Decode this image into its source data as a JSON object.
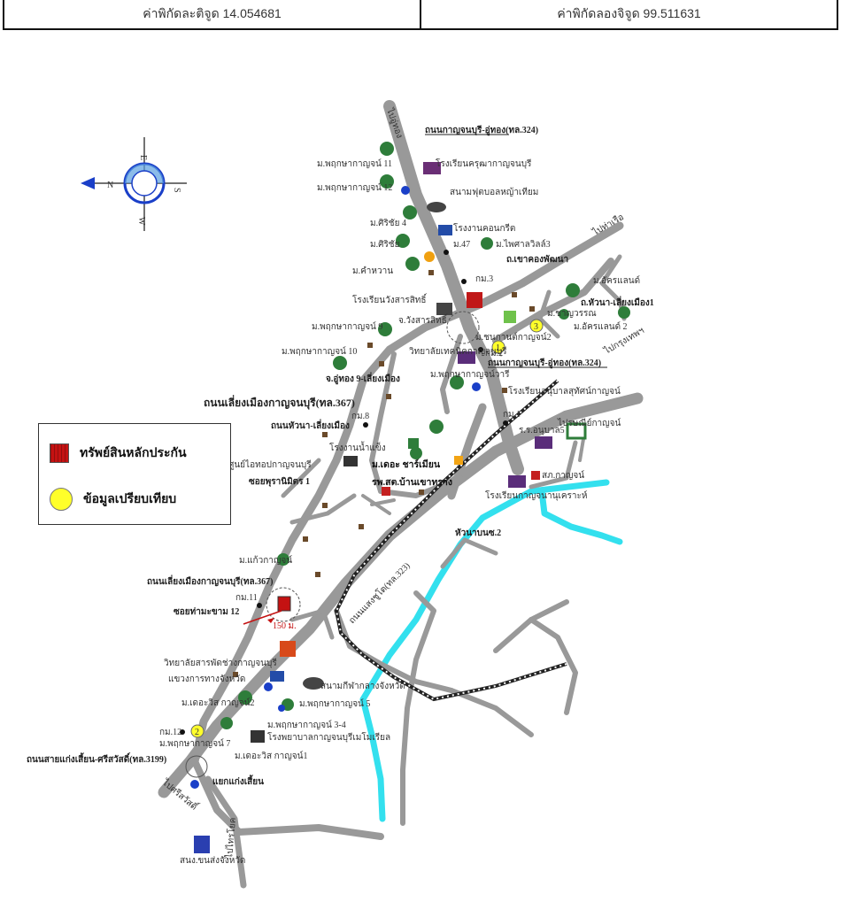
{
  "coords": {
    "lat_label": "ค่าพิกัดละติจูด 14.054681",
    "lon_label": "ค่าพิกัดลองจิจูด 99.511631"
  },
  "compass": {
    "n": "N",
    "e": "E",
    "s": "S",
    "w": "W"
  },
  "legend": {
    "collateral": "ทรัพย์สินหลักประกัน",
    "comparison": "ข้อมูลเปรียบเทียบ"
  },
  "roads": {
    "r324_top": "ถนนกาญจนบุรี-อู่ทอง(ทล.324)",
    "r324_mid": "ถนนกาญจนบุรี-อู่ทอง(ทล.324)",
    "r367_top": "ถนนเลี่ยงเมืองกาญจนบุรี(ทล.367)",
    "r367_bottom": "ถนนเลี่ยงเมืองกาญจนบุรี(ทล.367)",
    "huana": "ถนนหัวนา-เลี่ยงเมือง",
    "r3199": "ถนนสายแก่งเสี้ยน-ศรีสวัสดิ์(ทล.3199)",
    "r323": "ถนนแสงชูโต(ทล.323)",
    "to_uthong": "ไปอู่ทอง",
    "to_phanom": "ไปท่าเรือ",
    "to_srisawat": "ไปศรีสวัสดิ์",
    "to_saiyok": "ไปไทรโยค",
    "to_bangkok": "ไปกรุงเทพฯ",
    "soi_thamakham": "ซอยท่ามะขาม 12",
    "soi_phuraniwet": "ซอยพุรานิมิตร 1",
    "jct_kaengsian": "แยกแก่งเสี้ยน",
    "jct_uthong9": "จ.อู่ทอง 9-เลี่ยงเมือง",
    "jct_wangsarasit": "จ.วังสารสิทธิ์",
    "jct_khaokong": "ถ.เขาคองพัฒนา",
    "jct_huana": "ถ.หัวนา-เลี่ยงเมือง1",
    "huanawat": "หัวนาบนซ.2"
  },
  "places": {
    "muban11": "ม.พฤกษากาญจน์ 11",
    "muban12": "ม.พฤกษากาญจน์ 12",
    "school_kru": "โรงเรียนครุฒากาญจนบุรี",
    "stadium": "สนามฟุตบอลหญ้าเทียม",
    "srichai4": "ม.ศิริชัย 4",
    "concrete": "โรงงานคอนกรีต",
    "srichai": "ม.ศิริชัย",
    "km47": "ม.47",
    "paisan": "ม.ไพศาลวิลล์3",
    "kamwan": "ม.คำหวาน",
    "km3": "กม.3",
    "arun": "ม.อัครแลนด์",
    "school_wang": "โรงเรียนวังสารสิทธิ์",
    "muban9": "ม.พฤกษากาญจน์ 9",
    "chanchai": "ม.ชาญวรรณ",
    "arun2": "ม.อัครแลนด์ 2",
    "muban_kanjana": "ม.ชนกานต์กาญจน์2",
    "muban10": "ม.พฤกษากาญจน์ 10",
    "technic": "วิทยาลัยเทคนิคกาญจนบุรี",
    "km2": "กม.2",
    "muban_kanchanwan": "ม.พฤกษากาญจน์วารี",
    "school_sukhit": "โรงเรียนอนุบาลสุทัศน์กาญจน์",
    "km8": "กม.8",
    "km1": "กม.1",
    "factory": "โรงงานน้ำแข็ง",
    "anubankanchana5": "ร.ร.อนุบาล5",
    "post": "ไปรษณีย์กาญจน์",
    "center": "ศูนย์ไอทอปกาญจนบุรี",
    "dechariya": "ม.เดอะ ชาร์เมียน",
    "hospital_ban": "รพ.สต.บ้านเขาทราง",
    "station": "สภ.กาญจน์",
    "school_tukanchana": "โรงเรียนกาญจนานุเคราะห์",
    "kaewkanchan": "ม.แก้วกาญจน์",
    "km11": "กม.11",
    "dist150": "150 ม.",
    "college": "วิทยาลัยสารพัดช่างกาญจนบุรี",
    "highway_office": "แขวงการทางจังหวัด",
    "stadium2": "สนามกีฬากลางจังหวัด",
    "dechaviss2": "ม.เดอะวิส กาญจน์2",
    "muban5": "ม.พฤกษากาญจน์ 5",
    "km12": "กม.12",
    "muban7": "ม.พฤกษากาญจน์ 7",
    "muban34": "ม.พฤกษากาญจน์ 3-4",
    "hospital_mem": "โรงพยาบาลกาญจนบุรีเมโมเรียล",
    "dechaviss1": "ม.เดอะวิส กาญจน์1",
    "transport": "สนง.ขนส่งจังหวัด"
  },
  "markers": {
    "m1": "1",
    "m2": "2",
    "m3": "3"
  },
  "colors": {
    "road": "#999999",
    "river": "#33e0ee",
    "collateral": "#c41212",
    "marker": "#ffff2a",
    "tree": "#2e7d3a"
  }
}
